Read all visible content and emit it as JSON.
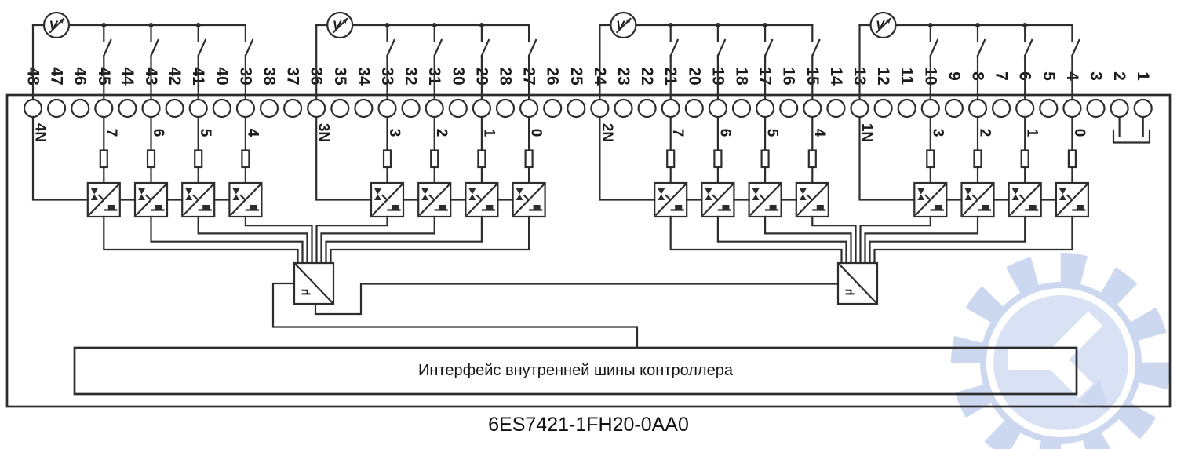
{
  "diagram": {
    "caption": "6ES7421-1FH20-0AA0",
    "bus_label": "Интерфейс внутренней шины контроллера"
  },
  "terminals": {
    "numbers": [
      48,
      47,
      46,
      45,
      44,
      43,
      42,
      41,
      40,
      39,
      38,
      37,
      36,
      35,
      34,
      33,
      32,
      31,
      30,
      29,
      28,
      27,
      26,
      25,
      24,
      23,
      22,
      21,
      20,
      19,
      18,
      17,
      16,
      15,
      14,
      13,
      12,
      11,
      10,
      9,
      8,
      7,
      6,
      5,
      4,
      3,
      2,
      1
    ]
  },
  "groups": [
    {
      "id": "group-4",
      "source": "voltage-source",
      "neutral": {
        "terminal": 48,
        "label": "4N"
      },
      "inputs": [
        {
          "terminal": 45,
          "label": "7"
        },
        {
          "terminal": 43,
          "label": "6"
        },
        {
          "terminal": 41,
          "label": "5"
        },
        {
          "terminal": 39,
          "label": "4"
        }
      ]
    },
    {
      "id": "group-3",
      "source": "voltage-source",
      "neutral": {
        "terminal": 36,
        "label": "3N"
      },
      "inputs": [
        {
          "terminal": 33,
          "label": "3"
        },
        {
          "terminal": 31,
          "label": "2"
        },
        {
          "terminal": 29,
          "label": "1"
        },
        {
          "terminal": 27,
          "label": "0"
        }
      ]
    },
    {
      "id": "group-2",
      "source": "voltage-source",
      "neutral": {
        "terminal": 24,
        "label": "2N"
      },
      "inputs": [
        {
          "terminal": 21,
          "label": "7"
        },
        {
          "terminal": 19,
          "label": "6"
        },
        {
          "terminal": 17,
          "label": "5"
        },
        {
          "terminal": 15,
          "label": "4"
        }
      ]
    },
    {
      "id": "group-1",
      "source": "voltage-source",
      "neutral": {
        "terminal": 13,
        "label": "1N"
      },
      "inputs": [
        {
          "terminal": 10,
          "label": "3"
        },
        {
          "terminal": 8,
          "label": "2"
        },
        {
          "terminal": 6,
          "label": "1"
        },
        {
          "terminal": 4,
          "label": "0"
        }
      ]
    }
  ],
  "jumper": {
    "terminals": [
      2,
      1
    ]
  },
  "source_symbol": "V",
  "converter_symbol": "µ",
  "colors": {
    "line": "#2d2d2d",
    "text": "#1b1b1b",
    "watermark": "#ccd8f0",
    "watermark_inner": "#d9e2f4",
    "background": "#ffffff"
  }
}
